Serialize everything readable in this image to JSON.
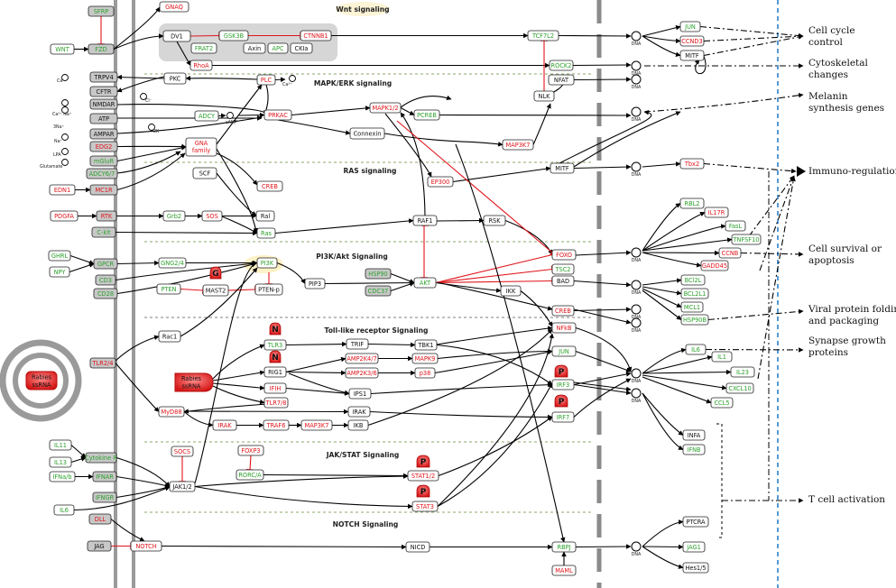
{
  "sections": {
    "wnt": "Wnt signaling",
    "mapk": "MAPK/ERK signaling",
    "ras": "RAS signaling",
    "pi3k": "PI3K/Akt Signaling",
    "tlr": "Toll-like receptor Signaling",
    "jak": "JAK/STAT Signaling",
    "notch": "NOTCH Signaling"
  },
  "outcomes": {
    "cell_cycle_1": "Cell cycle",
    "cell_cycle_2": "control",
    "cyto_1": "Cytoskeletal",
    "cyto_2": "changes",
    "melanin_1": "Melanin",
    "melanin_2": "synthesis genes",
    "immuno": "Immuno-regulation",
    "survival_1": "Cell survival or",
    "survival_2": "apoptosis",
    "viral_1": "Viral protein folding",
    "viral_2": "and packaging",
    "synapse_1": "Synapse growth",
    "synapse_2": "proteins",
    "tcell": "T cell activation"
  },
  "virus": {
    "line1": "Rabies",
    "line2": "ssRNA"
  },
  "ions": {
    "ca1": "Ca²⁺",
    "ca2": "Ca²⁺",
    "ca3": "Ca²⁺ Na⁺",
    "cl": "Cl⁻",
    "na3": "3Na⁺",
    "k2": "2K⁺",
    "na": "Na⁺",
    "lpa": "LPA",
    "glutamate": "Glutamate",
    "camp": "cAMP"
  },
  "dna_label": "DNA",
  "phospho": "P",
  "glyco": "G",
  "nglyco": "N",
  "colors": {
    "red": "#e0151b",
    "green": "#2ca02c",
    "gray_box": "#c8c8c8",
    "membrane": "#9a9a9a",
    "blue_dash": "#1f77c4"
  },
  "nodes": [
    {
      "id": "sfrp",
      "t": "SFRP",
      "c": "g",
      "fill": "#c8c8c8"
    },
    {
      "id": "fzd",
      "t": "FZD",
      "c": "g",
      "fill": "#c8c8c8"
    },
    {
      "id": "wnt",
      "t": "WNT",
      "c": "g"
    },
    {
      "id": "gnaq",
      "t": "GNAQ",
      "c": "r"
    },
    {
      "id": "dv1",
      "t": "DV1",
      "c": "k"
    },
    {
      "id": "gsk3b",
      "t": "GSK3B",
      "c": "g"
    },
    {
      "id": "ctnnb1",
      "t": "CTNNB1",
      "c": "r"
    },
    {
      "id": "frat2",
      "t": "FRAT2",
      "c": "g"
    },
    {
      "id": "axin",
      "t": "Axin",
      "c": "k"
    },
    {
      "id": "apc",
      "t": "APC",
      "c": "g"
    },
    {
      "id": "ck1a",
      "t": "CKIa",
      "c": "k"
    },
    {
      "id": "rhoa",
      "t": "RhoA",
      "c": "r"
    },
    {
      "id": "tcf7l2",
      "t": "TCF7L2",
      "c": "g"
    },
    {
      "id": "rock2",
      "t": "ROCK2",
      "c": "g"
    },
    {
      "id": "nfat",
      "t": "NFAT",
      "c": "k"
    },
    {
      "id": "nlk",
      "t": "NLK",
      "c": "k"
    },
    {
      "id": "jun1",
      "t": "JUN",
      "c": "g"
    },
    {
      "id": "ccnd3",
      "t": "CCND3",
      "c": "r"
    },
    {
      "id": "mitf1",
      "t": "MITF",
      "c": "k"
    },
    {
      "id": "trpv4",
      "t": "TRPV4",
      "c": "k",
      "fill": "#c8c8c8"
    },
    {
      "id": "cftr",
      "t": "CFTR",
      "c": "k",
      "fill": "#c8c8c8"
    },
    {
      "id": "nmdar",
      "t": "NMDAR",
      "c": "k",
      "fill": "#c8c8c8"
    },
    {
      "id": "atp",
      "t": "ATP",
      "c": "k",
      "fill": "#c8c8c8"
    },
    {
      "id": "ampar",
      "t": "AMPAR",
      "c": "k",
      "fill": "#c8c8c8"
    },
    {
      "id": "edg2",
      "t": "EDG2",
      "c": "r",
      "fill": "#c8c8c8"
    },
    {
      "id": "mglur",
      "t": "mGluR",
      "c": "g",
      "fill": "#c8c8c8"
    },
    {
      "id": "adcy67",
      "t": "ADCY6/7",
      "c": "g",
      "fill": "#c8c8c8"
    },
    {
      "id": "mc1r",
      "t": "MC1R",
      "c": "r",
      "fill": "#c8c8c8"
    },
    {
      "id": "edn1",
      "t": "EDN1",
      "c": "r"
    },
    {
      "id": "pkc",
      "t": "PKC",
      "c": "k"
    },
    {
      "id": "plc",
      "t": "PLC",
      "c": "r"
    },
    {
      "id": "adcy",
      "t": "ADCY",
      "c": "g"
    },
    {
      "id": "prkac",
      "t": "PRKAC",
      "c": "r"
    },
    {
      "id": "gna",
      "t": "GNA family",
      "c": "r",
      "two": [
        "GNA",
        "family"
      ]
    },
    {
      "id": "scf",
      "t": "SCF",
      "c": "k"
    },
    {
      "id": "creb1",
      "t": "CREB",
      "c": "r"
    },
    {
      "id": "mapk12",
      "t": "MAPK1/2",
      "c": "r"
    },
    {
      "id": "pcreb",
      "t": "PCREB",
      "c": "g"
    },
    {
      "id": "connexin",
      "t": "Connexin",
      "c": "k"
    },
    {
      "id": "map3k7a",
      "t": "MAP3K7",
      "c": "r"
    },
    {
      "id": "mitf2",
      "t": "MITF",
      "c": "k"
    },
    {
      "id": "ep300",
      "t": "EP300",
      "c": "r"
    },
    {
      "id": "tbx2",
      "t": "Tbx2",
      "c": "r"
    },
    {
      "id": "pdgfa",
      "t": "PDGFA",
      "c": "r"
    },
    {
      "id": "rtk",
      "t": "RTK",
      "c": "r",
      "fill": "#c8c8c8"
    },
    {
      "id": "ckit",
      "t": "C-kit",
      "c": "g",
      "fill": "#c8c8c8"
    },
    {
      "id": "grb2",
      "t": "Grb2",
      "c": "g"
    },
    {
      "id": "sos",
      "t": "SOS",
      "c": "r"
    },
    {
      "id": "ral",
      "t": "Ral",
      "c": "k"
    },
    {
      "id": "ras",
      "t": "Ras",
      "c": "g"
    },
    {
      "id": "raf1",
      "t": "RAF1",
      "c": "k"
    },
    {
      "id": "rsk",
      "t": "RSK",
      "c": "k"
    },
    {
      "id": "rbl2",
      "t": "RBL2",
      "c": "g"
    },
    {
      "id": "il17r",
      "t": "IL17R",
      "c": "r"
    },
    {
      "id": "fasl",
      "t": "FasL",
      "c": "g"
    },
    {
      "id": "tnfsf10",
      "t": "TNFSF10",
      "c": "g"
    },
    {
      "id": "ccnb",
      "t": "CCNB",
      "c": "r"
    },
    {
      "id": "gadd45",
      "t": "GADD45",
      "c": "r"
    },
    {
      "id": "ghrl",
      "t": "GHRL",
      "c": "g"
    },
    {
      "id": "npy",
      "t": "NPY",
      "c": "g"
    },
    {
      "id": "gpcr",
      "t": "GPCR",
      "c": "g",
      "fill": "#c8c8c8"
    },
    {
      "id": "cd3",
      "t": "CD3",
      "c": "g",
      "fill": "#c8c8c8"
    },
    {
      "id": "cd28",
      "t": "CD28",
      "c": "g",
      "fill": "#c8c8c8"
    },
    {
      "id": "gng24",
      "t": "GNG2/4",
      "c": "g"
    },
    {
      "id": "pi3k",
      "t": "PI3K",
      "c": "g"
    },
    {
      "id": "pten",
      "t": "PTEN",
      "c": "g"
    },
    {
      "id": "mast2",
      "t": "MAST2",
      "c": "k"
    },
    {
      "id": "ptenp",
      "t": "PTEN-p",
      "c": "k"
    },
    {
      "id": "pip3",
      "t": "PIP3",
      "c": "k"
    },
    {
      "id": "hsp90",
      "t": "HSP90",
      "c": "g",
      "fill": "#c8c8c8"
    },
    {
      "id": "cdc37",
      "t": "CDC37",
      "c": "g",
      "fill": "#c8c8c8"
    },
    {
      "id": "akt",
      "t": "AKT",
      "c": "g"
    },
    {
      "id": "ikk",
      "t": "IKK",
      "c": "k"
    },
    {
      "id": "foxo",
      "t": "FOXO",
      "c": "r"
    },
    {
      "id": "tsc2",
      "t": "TSC2",
      "c": "g"
    },
    {
      "id": "bad",
      "t": "BAD",
      "c": "k"
    },
    {
      "id": "bcl2l",
      "t": "BCl2L",
      "c": "g"
    },
    {
      "id": "bcl2l1",
      "t": "BCL2L1",
      "c": "g"
    },
    {
      "id": "mcl1",
      "t": "MCL1",
      "c": "g"
    },
    {
      "id": "hsp90b",
      "t": "HSP90B",
      "c": "g"
    },
    {
      "id": "creb2",
      "t": "CREB",
      "c": "r"
    },
    {
      "id": "rac1",
      "t": "Rac1",
      "c": "k"
    },
    {
      "id": "tlr24",
      "t": "TLR2/4",
      "c": "r",
      "fill": "#c8c8c8"
    },
    {
      "id": "tlr3",
      "t": "TLR3",
      "c": "g"
    },
    {
      "id": "trif",
      "t": "TRIF",
      "c": "k"
    },
    {
      "id": "tbk1",
      "t": "TBK1",
      "c": "k"
    },
    {
      "id": "nfkb",
      "t": "NFkB",
      "c": "r"
    },
    {
      "id": "rig1",
      "t": "RIG1",
      "c": "k"
    },
    {
      "id": "amp2k47",
      "t": "AMP2K4/7",
      "c": "r"
    },
    {
      "id": "mapk9",
      "t": "MAPK9",
      "c": "r"
    },
    {
      "id": "jun2",
      "t": "JUN",
      "c": "g"
    },
    {
      "id": "amp2k36",
      "t": "AMP2K3/6",
      "c": "r"
    },
    {
      "id": "p38",
      "t": "p38",
      "c": "r"
    },
    {
      "id": "ifih",
      "t": "IFIH",
      "c": "r"
    },
    {
      "id": "ips1",
      "t": "IPS1",
      "c": "k"
    },
    {
      "id": "irf3",
      "t": "IRF3",
      "c": "g"
    },
    {
      "id": "tlr78",
      "t": "TLR7/8",
      "c": "r"
    },
    {
      "id": "myd88",
      "t": "MyD88",
      "c": "r"
    },
    {
      "id": "irak2",
      "t": "IRAK",
      "c": "k"
    },
    {
      "id": "irf7",
      "t": "IRF7",
      "c": "g"
    },
    {
      "id": "irak1",
      "t": "IRAK",
      "c": "r"
    },
    {
      "id": "traf6",
      "t": "TRAF6",
      "c": "r"
    },
    {
      "id": "map3k7b",
      "t": "MAP3K7",
      "c": "r"
    },
    {
      "id": "ikb",
      "t": "IKB",
      "c": "k"
    },
    {
      "id": "il6a",
      "t": "IL6",
      "c": "g"
    },
    {
      "id": "il1",
      "t": "IL1",
      "c": "g"
    },
    {
      "id": "il23",
      "t": "IL23",
      "c": "g"
    },
    {
      "id": "cxcl10",
      "t": "CXCL10",
      "c": "g"
    },
    {
      "id": "ccl5",
      "t": "CCL5",
      "c": "g"
    },
    {
      "id": "infa",
      "t": "INFA",
      "c": "k"
    },
    {
      "id": "ifnb",
      "t": "IFNB",
      "c": "g"
    },
    {
      "id": "il11",
      "t": "IL11",
      "c": "g"
    },
    {
      "id": "cytr",
      "t": "Cytokine R",
      "c": "g",
      "fill": "#c8c8c8"
    },
    {
      "id": "il13",
      "t": "IL13",
      "c": "g"
    },
    {
      "id": "ifnab",
      "t": "IFNa/b",
      "c": "g"
    },
    {
      "id": "ifnar",
      "t": "IFNAR",
      "c": "g",
      "fill": "#c8c8c8"
    },
    {
      "id": "ifngr",
      "t": "IFNGR",
      "c": "g",
      "fill": "#c8c8c8"
    },
    {
      "id": "il6b",
      "t": "IL6",
      "c": "g"
    },
    {
      "id": "socs",
      "t": "SOCS",
      "c": "r"
    },
    {
      "id": "foxp3",
      "t": "FOXP3",
      "c": "r"
    },
    {
      "id": "rorca",
      "t": "RORC/A",
      "c": "g"
    },
    {
      "id": "jak12",
      "t": "JAK1/2",
      "c": "k"
    },
    {
      "id": "stat12",
      "t": "STAT1/2",
      "c": "r"
    },
    {
      "id": "stat3",
      "t": "STAT3",
      "c": "r"
    },
    {
      "id": "dll",
      "t": "DLL",
      "c": "r",
      "fill": "#c8c8c8"
    },
    {
      "id": "jag",
      "t": "JAG",
      "c": "k",
      "fill": "#c8c8c8"
    },
    {
      "id": "notch",
      "t": "NOTCH",
      "c": "r"
    },
    {
      "id": "nicd",
      "t": "NICD",
      "c": "k"
    },
    {
      "id": "rbpj",
      "t": "RBPJ",
      "c": "g"
    },
    {
      "id": "maml",
      "t": "MAML",
      "c": "r"
    },
    {
      "id": "ptcra",
      "t": "PTCRA",
      "c": "k"
    },
    {
      "id": "jag1",
      "t": "JAG1",
      "c": "g"
    },
    {
      "id": "hes15",
      "t": "Hes1/5",
      "c": "k"
    }
  ]
}
